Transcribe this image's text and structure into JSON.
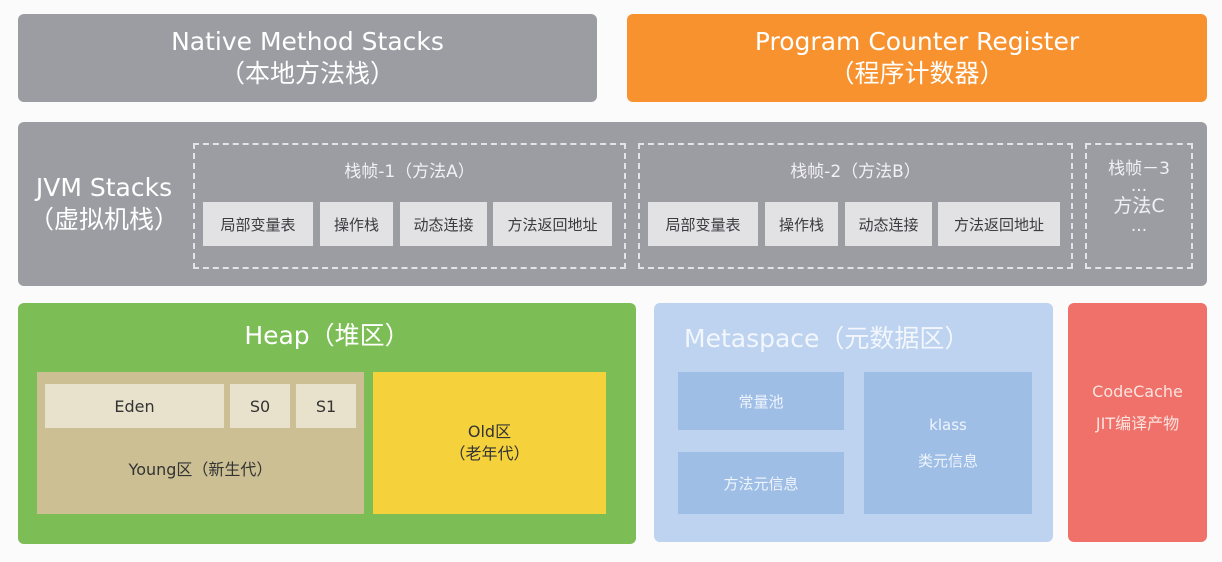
{
  "native": {
    "title": "Native Method Stacks",
    "subtitle": "（本地方法栈）"
  },
  "pcr": {
    "title": "Program Counter Register",
    "subtitle": "（程序计数器）"
  },
  "jvm": {
    "title": "JVM Stacks",
    "subtitle": "（虚拟机栈）",
    "frames": [
      {
        "title": "栈帧-1（方法A）",
        "cells": [
          "局部变量表",
          "操作栈",
          "动态连接",
          "方法返回地址"
        ]
      },
      {
        "title": "栈帧-2（方法B）",
        "cells": [
          "局部变量表",
          "操作栈",
          "动态连接",
          "方法返回地址"
        ]
      }
    ],
    "frame3": {
      "title": "栈帧－3",
      "dots1": "...",
      "method": "方法C",
      "dots2": "..."
    }
  },
  "heap": {
    "title": "Heap（堆区）",
    "eden": "Eden",
    "s0": "S0",
    "s1": "S1",
    "young": "Young区（新生代）",
    "old": "Old区",
    "old_sub": "（老年代）"
  },
  "metaspace": {
    "title": "Metaspace（元数据区）",
    "pool": "常量池",
    "method_info": "方法元信息",
    "klass": "klass",
    "klass_sub": "类元信息"
  },
  "codecache": {
    "title": "CodeCache",
    "subtitle": "JIT编译产物"
  },
  "colors": {
    "gray": "#9c9ca3",
    "orange": "#f7922f",
    "green": "#7cbd55",
    "yellow": "#f5d23c",
    "blue": "#bdd3ef",
    "red": "#ef7169"
  }
}
